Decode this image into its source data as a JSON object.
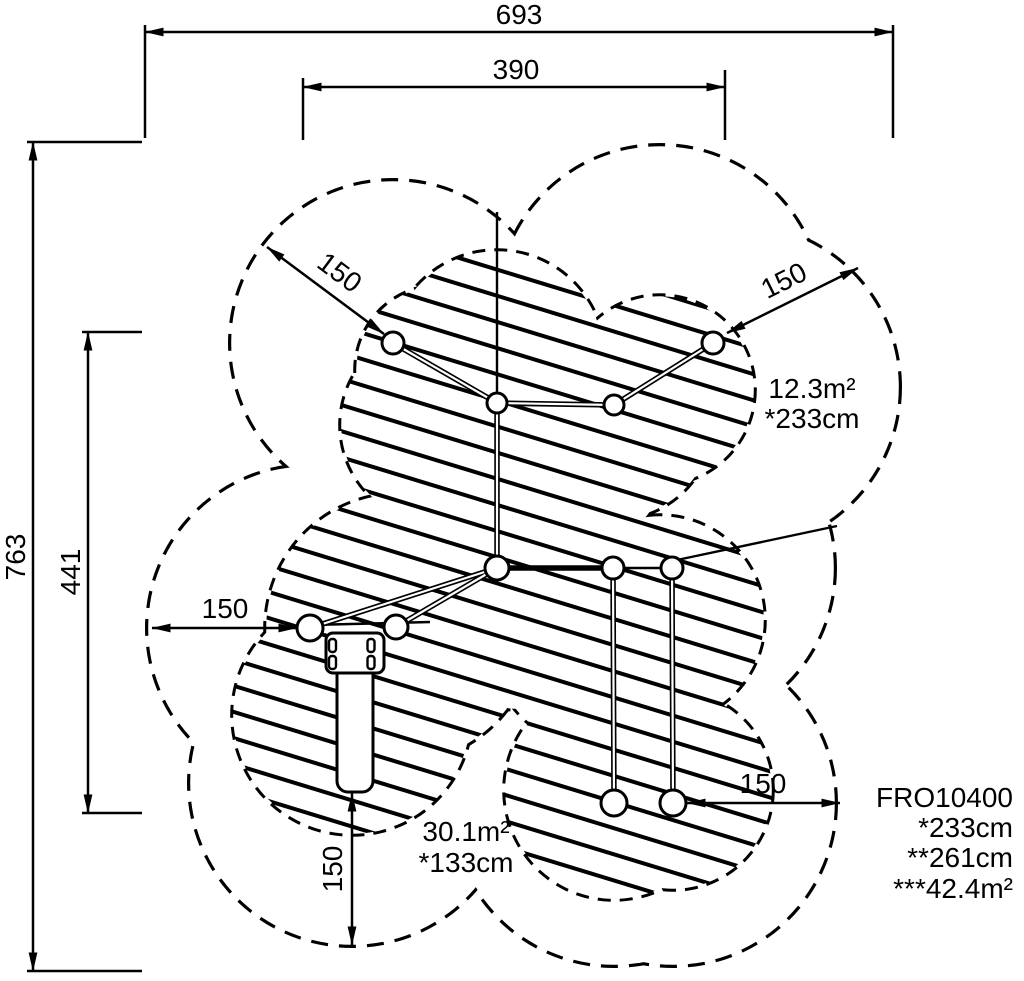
{
  "dimensions": {
    "overall_width": "693",
    "inner_width": "390",
    "overall_height": "763",
    "inner_height": "441",
    "clearance_top_left": "150",
    "clearance_top_right": "150",
    "clearance_left": "150",
    "clearance_bottom": "150",
    "clearance_right": "150"
  },
  "zones": {
    "upper": {
      "area": "12.3m²",
      "fall_height": "*233cm"
    },
    "lower": {
      "area": "30.1m²",
      "fall_height": "*133cm"
    }
  },
  "product": {
    "code": "FRO10400",
    "spec1": "*233cm",
    "spec2": "**261cm",
    "spec3": "***42.4m²"
  }
}
